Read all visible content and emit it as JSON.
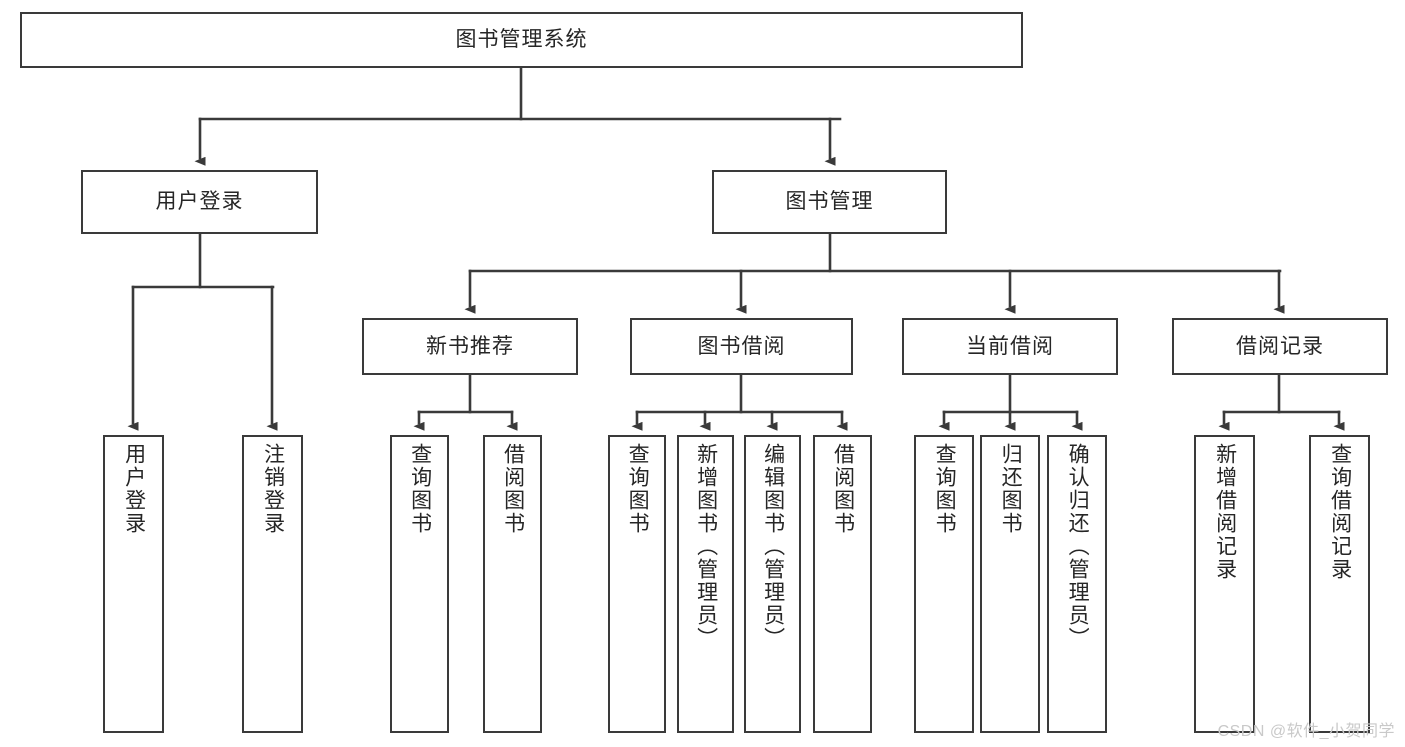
{
  "diagram": {
    "title_node": {
      "label": "图书管理系统"
    },
    "level1": [
      {
        "label": "用户登录"
      },
      {
        "label": "图书管理"
      }
    ],
    "level2": [
      {
        "label": "新书推荐"
      },
      {
        "label": "图书借阅"
      },
      {
        "label": "当前借阅"
      },
      {
        "label": "借阅记录"
      }
    ],
    "leaves": [
      {
        "label": "用户登录"
      },
      {
        "label": "注销登录"
      },
      {
        "label": "查询图书"
      },
      {
        "label": "借阅图书"
      },
      {
        "label": "查询图书"
      },
      {
        "label": "新增图书（管理员）"
      },
      {
        "label": "编辑图书（管理员）"
      },
      {
        "label": "借阅图书"
      },
      {
        "label": "查询图书"
      },
      {
        "label": "归还图书"
      },
      {
        "label": "确认归还（管理员）"
      },
      {
        "label": "新增借阅记录"
      },
      {
        "label": "查询借阅记录"
      }
    ],
    "watermark": "CSDN @软件_小贺同学",
    "colors": {
      "stroke": "#3a3a3a",
      "text": "#262626",
      "background": "#ffffff",
      "watermark": "#c9c9c9"
    }
  }
}
